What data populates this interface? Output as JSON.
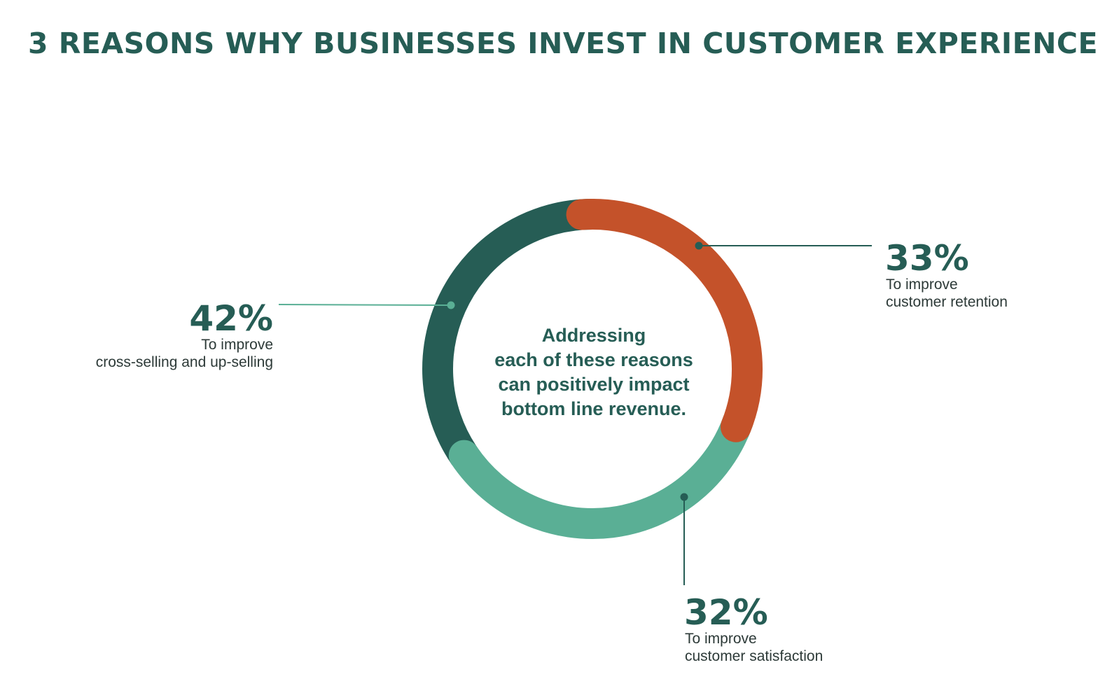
{
  "chart_data": {
    "type": "pie",
    "title": "3 REASONS WHY BUSINESSES INVEST IN CUSTOMER EXPERIENCE",
    "center_text": [
      "Addressing",
      "each of these reasons",
      "can positively impact",
      "bottom line revenue."
    ],
    "slices": [
      {
        "label_lines": [
          "To improve",
          "customer retention"
        ],
        "value": 33,
        "display": "33%",
        "color": "#c4522a"
      },
      {
        "label_lines": [
          "To improve",
          "customer satisfaction"
        ],
        "value": 32,
        "display": "32%",
        "color": "#5aaf95"
      },
      {
        "label_lines": [
          "To improve",
          "cross-selling and up-selling"
        ],
        "value": 42,
        "display": "42%",
        "color": "#265d55"
      }
    ]
  }
}
